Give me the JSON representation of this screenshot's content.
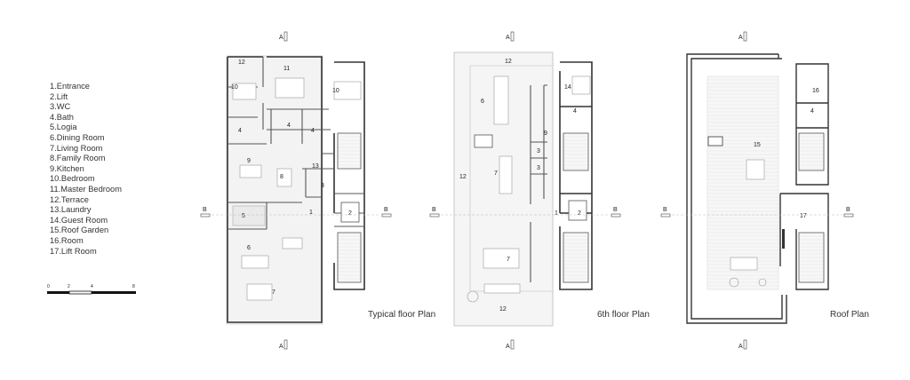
{
  "legend": [
    "1.Entrance",
    "2.Lift",
    "3.WC",
    "4.Bath",
    "5.Logia",
    "6.Dining Room",
    "7.Living Room",
    "8.Family Room",
    "9.Kitchen",
    "10.Bedroom",
    "11.Master Bedroom",
    "12.Terrace",
    "13.Laundry",
    "14.Guest Room",
    "15.Roof Garden",
    "16.Room",
    "17.Lift Room"
  ],
  "scale_bar": {
    "labels": [
      "0",
      "2",
      "4",
      "8"
    ]
  },
  "section_marks": {
    "a": "A",
    "b": "B"
  },
  "plans": {
    "typical": {
      "title": "Typical floor Plan",
      "rooms": {
        "r1": "1",
        "r2": "2",
        "r3": "3",
        "r4a": "4",
        "r4b": "4",
        "r4c": "4",
        "r5": "5",
        "r6": "6",
        "r7": "7",
        "r8": "8",
        "r9": "9",
        "r10a": "10",
        "r10b": "10",
        "r11": "11",
        "r12": "12",
        "r13": "13"
      }
    },
    "sixth": {
      "title": "6th floor Plan",
      "rooms": {
        "r1": "1",
        "r2": "2",
        "r3a": "3",
        "r3b": "3",
        "r4": "4",
        "r6": "6",
        "r7a": "7",
        "r7b": "7",
        "r9": "9",
        "r12a": "12",
        "r12b": "12",
        "r12c": "12",
        "r14": "14"
      }
    },
    "roof": {
      "title": "Roof Plan",
      "rooms": {
        "r4": "4",
        "r15": "15",
        "r16": "16",
        "r17": "17"
      }
    }
  }
}
